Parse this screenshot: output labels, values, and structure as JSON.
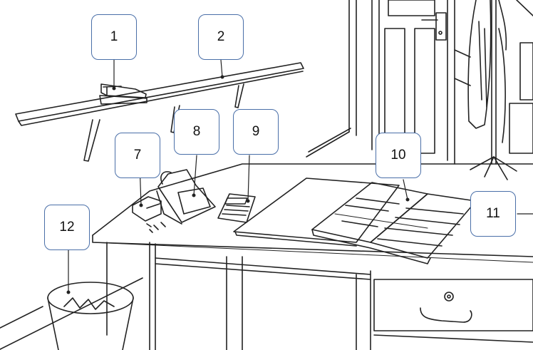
{
  "colors": {
    "line": "#222222",
    "box_border": "#4a6fa8",
    "background": "#ffffff"
  },
  "labels": [
    {
      "id": "1",
      "text": "1"
    },
    {
      "id": "2",
      "text": "2"
    },
    {
      "id": "7",
      "text": "7"
    },
    {
      "id": "8",
      "text": "8"
    },
    {
      "id": "9",
      "text": "9"
    },
    {
      "id": "10",
      "text": "10"
    },
    {
      "id": "11",
      "text": "11"
    },
    {
      "id": "12",
      "text": "12"
    }
  ],
  "icons": [
    "stapler-icon",
    "shelf-icon",
    "tape-dispenser-icon",
    "desk-calendar-icon",
    "calculator-icon",
    "diary-icon",
    "wastebasket-icon",
    "desk-icon",
    "door-icon",
    "coat-stand-icon"
  ]
}
